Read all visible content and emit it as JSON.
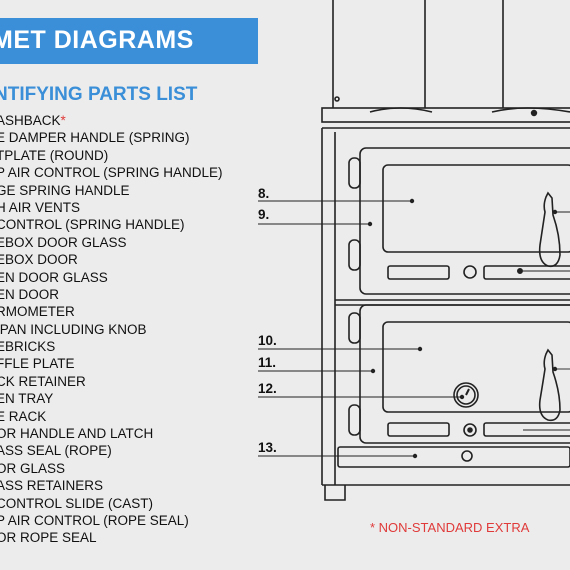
{
  "header": {
    "title": "MET DIAGRAMS"
  },
  "subtitle": "NTIFYING PARTS LIST",
  "parts": [
    {
      "label": "ASHBACK",
      "extra": "*"
    },
    {
      "label": "E DAMPER HANDLE (SPRING)",
      "extra": ""
    },
    {
      "label": "TPLATE (ROUND)",
      "extra": ""
    },
    {
      "label": "P AIR CONTROL (SPRING HANDLE)",
      "extra": ""
    },
    {
      "label": "GE SPRING HANDLE",
      "extra": ""
    },
    {
      "label": "H AIR VENTS",
      "extra": ""
    },
    {
      "label": "CONTROL (SPRING HANDLE)",
      "extra": ""
    },
    {
      "label": "EBOX DOOR GLASS",
      "extra": ""
    },
    {
      "label": "EBOX DOOR",
      "extra": ""
    },
    {
      "label": "EN DOOR GLASS",
      "extra": ""
    },
    {
      "label": "EN DOOR",
      "extra": ""
    },
    {
      "label": "RMOMETER",
      "extra": ""
    },
    {
      "label": "IPAN INCLUDING KNOB",
      "extra": ""
    },
    {
      "label": "EBRICKS",
      "extra": ""
    },
    {
      "label": "FFLE PLATE",
      "extra": ""
    },
    {
      "label": "CK RETAINER",
      "extra": ""
    },
    {
      "label": "EN TRAY",
      "extra": ""
    },
    {
      "label": "E RACK",
      "extra": ""
    },
    {
      "label": "OR HANDLE AND LATCH",
      "extra": ""
    },
    {
      "label": "ASS SEAL (ROPE)",
      "extra": ""
    },
    {
      "label": "OR GLASS",
      "extra": ""
    },
    {
      "label": "ASS RETAINERS",
      "extra": ""
    },
    {
      "label": "CONTROL SLIDE (CAST)",
      "extra": ""
    },
    {
      "label": "P AIR CONTROL (ROPE SEAL)",
      "extra": ""
    },
    {
      "label": "OR ROPE SEAL",
      "extra": ""
    }
  ],
  "callouts": {
    "c8": "8.",
    "c9": "9.",
    "c10": "10.",
    "c11": "11.",
    "c12": "12.",
    "c13": "13."
  },
  "note": "* NON-STANDARD EXTRA",
  "colors": {
    "banner": "#3a8fd8",
    "subtitle": "#3a8fd8",
    "accent_note": "#e03a3a",
    "background": "#ececec"
  }
}
